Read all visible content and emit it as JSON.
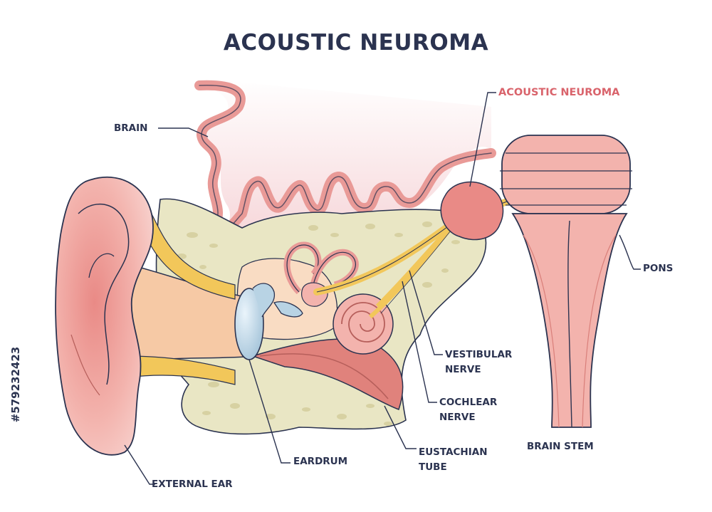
{
  "title": "ACOUSTIC NEUROMA",
  "labels": {
    "brain": "BRAIN",
    "acoustic_neuroma": "ACOUSTIC NEUROMA",
    "pons": "PONS",
    "vestibular_nerve": "VESTIBULAR\nNERVE",
    "cochlear_nerve": "COCHLEAR\nNERVE",
    "eustachian_tube": "EUSTACHIAN\nTUBE",
    "brain_stem": "BRAIN STEM",
    "eardrum": "EARDRUM",
    "external_ear": "EXTERNAL EAR"
  },
  "stock_id": "#579232423",
  "colors": {
    "ink": "#2b3350",
    "accent": "#d9636b",
    "flesh": "#f3b3ad",
    "flesh_dark": "#e0827c",
    "bone": "#e9e6c4",
    "nerve": "#f2c75a",
    "eardrum": "#a9c9dd"
  }
}
